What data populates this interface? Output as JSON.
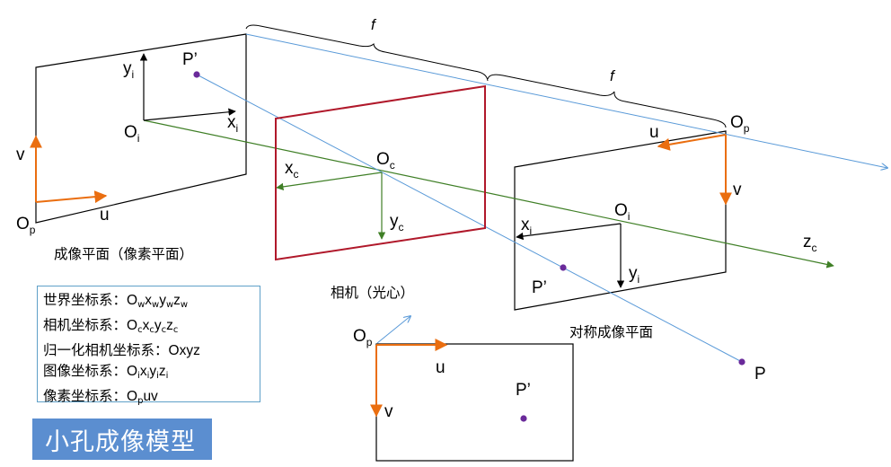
{
  "colors": {
    "camera_red": "#b0182a",
    "ray_blue": "#5a9ad8",
    "axis_green": "#3f7f26",
    "uv_orange": "#ea6e10",
    "point_purple": "#6a2a9a",
    "title_bg": "#5b8ed0"
  },
  "labels": {
    "f_top": "f",
    "f_right": "f",
    "P_prime": "P’",
    "P": "P",
    "O": "O",
    "sub_i": "i",
    "sub_c": "c",
    "sub_p": "p",
    "x": "x",
    "y": "y",
    "z": "z",
    "u": "u",
    "v": "v"
  },
  "captions": {
    "image_plane": "成像平面（像素平面）",
    "camera": "相机（光心）",
    "symmetric_plane": "对称成像平面"
  },
  "legend": [
    {
      "prefix": "世界坐标系：",
      "parts": [
        [
          "O",
          "w"
        ],
        [
          "x",
          "w"
        ],
        [
          "y",
          "w"
        ],
        [
          "z",
          "w"
        ]
      ]
    },
    {
      "prefix": "相机坐标系：",
      "parts": [
        [
          "O",
          "c"
        ],
        [
          "x",
          "c"
        ],
        [
          "y",
          "c"
        ],
        [
          "z",
          "c"
        ]
      ]
    },
    {
      "prefix": "归一化相机坐标系：",
      "parts": [
        [
          "Oxyz",
          ""
        ]
      ]
    },
    {
      "prefix": "图像坐标系：",
      "parts": [
        [
          "O",
          "i"
        ],
        [
          "x",
          "i"
        ],
        [
          "y",
          "i"
        ],
        [
          "z",
          "i"
        ]
      ]
    },
    {
      "prefix": "像素坐标系：",
      "parts": [
        [
          "O",
          "p"
        ],
        [
          "uv",
          ""
        ]
      ]
    }
  ],
  "title": "小孔成像模型"
}
